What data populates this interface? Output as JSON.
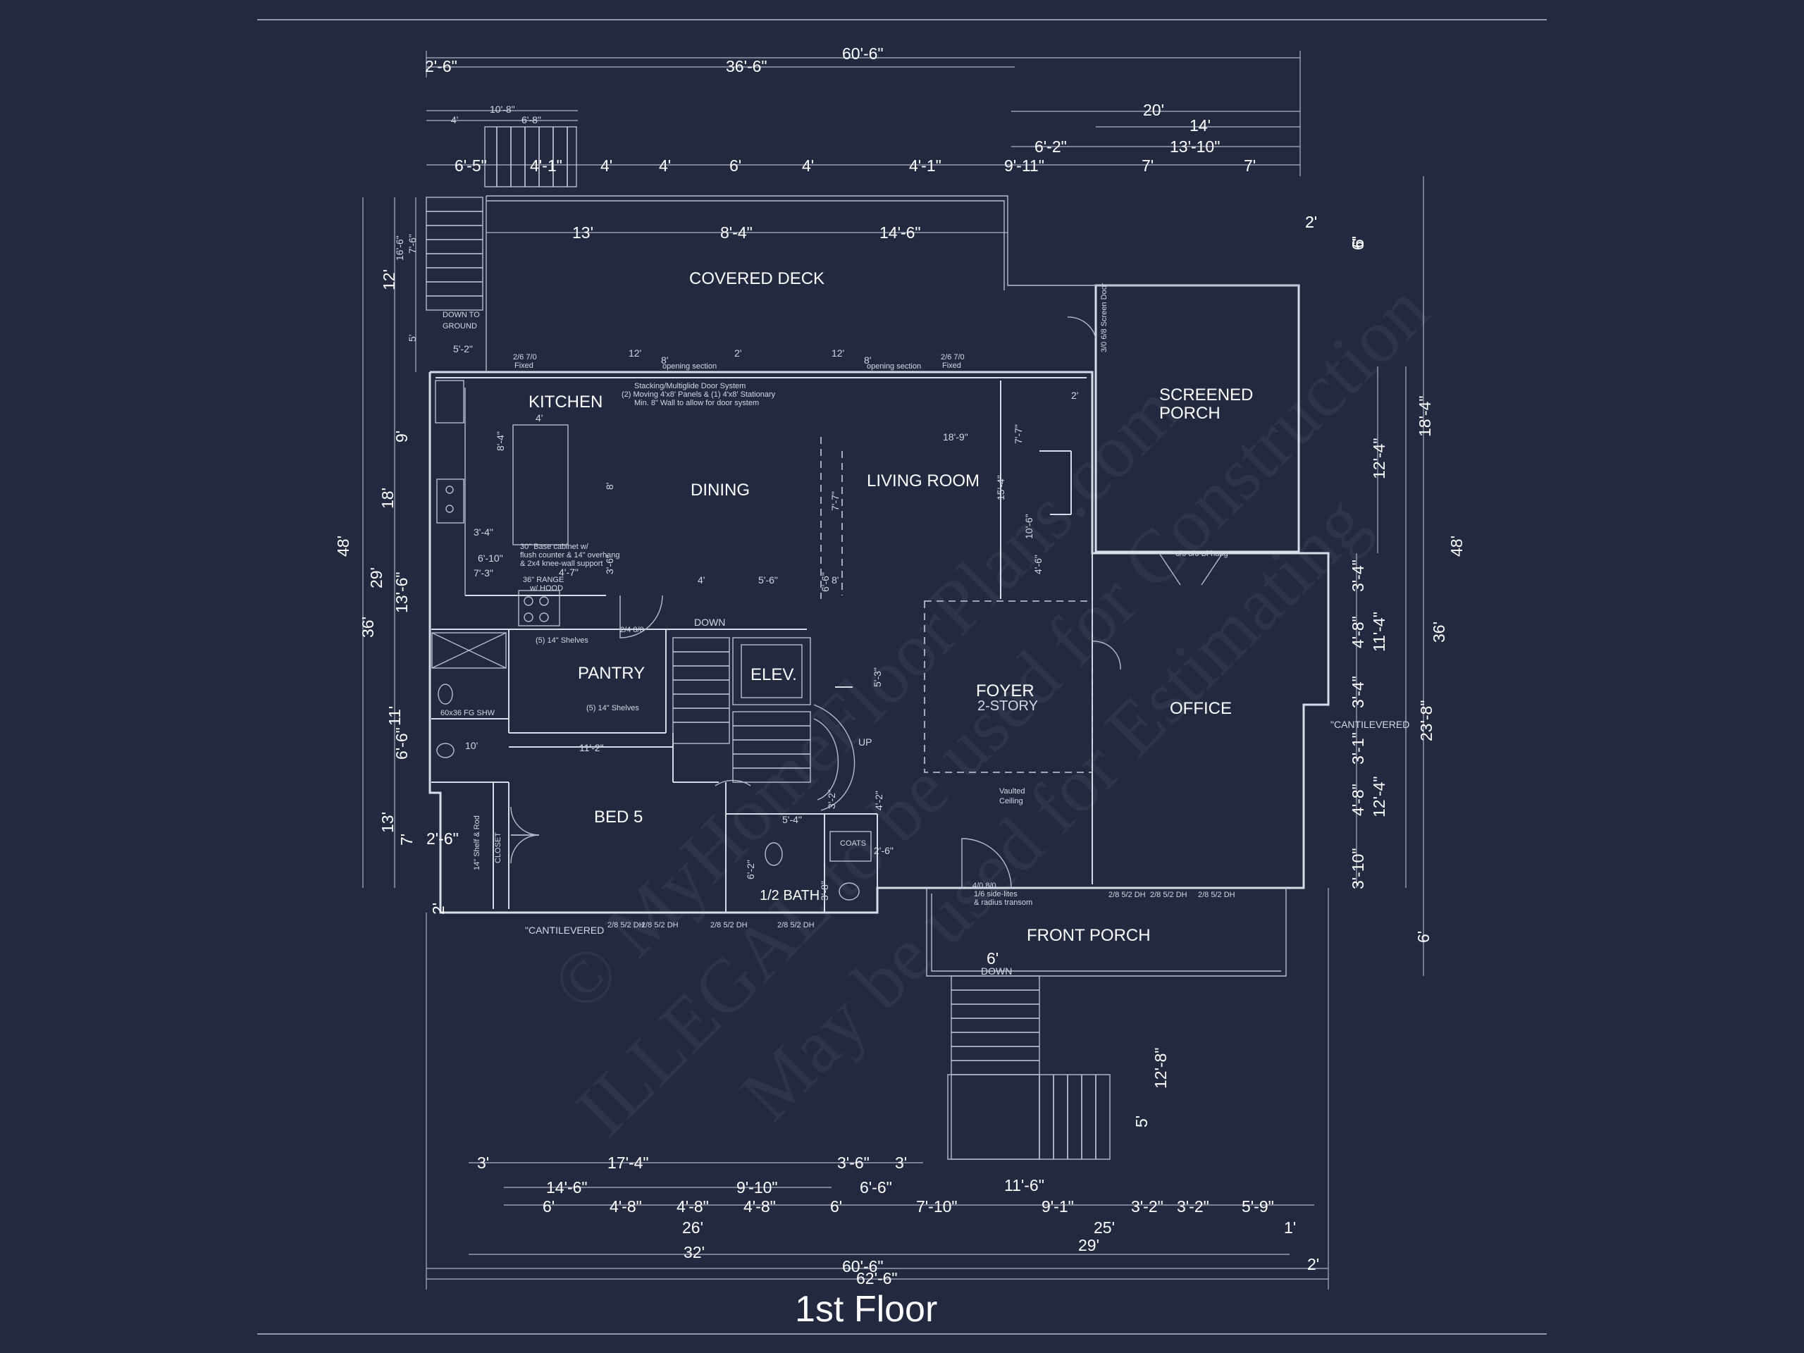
{
  "title": "1st Floor",
  "rooms": {
    "covered_deck": "COVERED DECK",
    "screened_porch_1": "SCREENED",
    "screened_porch_2": "PORCH",
    "kitchen": "KITCHEN",
    "dining": "DINING",
    "living_room": "LIVING ROOM",
    "pantry": "PANTRY",
    "elevator": "ELEV.",
    "foyer_1": "FOYER",
    "foyer_2": "2-STORY",
    "office": "OFFICE",
    "bed5": "BED 5",
    "half_bath": "1/2 BATH",
    "front_porch": "FRONT PORCH"
  },
  "notes": {
    "down_to_ground_1": "DOWN TO",
    "down_to_ground_2": "GROUND",
    "down_stair": "DOWN",
    "down_porch": "DOWN",
    "up": "UP",
    "cantilevered_left": "\"CANTILEVERED",
    "cantilevered_right": "\"CANTILEVERED",
    "vaulted_1": "Vaulted",
    "vaulted_2": "Ceiling",
    "coats": "COATS",
    "door_system_1": "Stacking/Multiglide Door System",
    "door_system_2": "(2) Moving 4'x8' Panels & (1) 4'x8' Stationary",
    "door_system_3": "Min. 8\" Wall to allow for door system",
    "base_cab_1": "30\" Base cabinet w/",
    "base_cab_2": "flush counter & 14\" overhang",
    "base_cab_3": "& 2x4 knee-wall support",
    "range_1": "36\" RANGE",
    "range_2": "w/ HOOD",
    "shelves_1": "(5) 14\" Shelves",
    "shelves_2": "(5) 14\" Shelves",
    "front_door_1": "4/0 8/0",
    "front_door_2": "1/6 side-lites",
    "front_door_3": "& radius transom",
    "bi_hung": "6/0 8/0 Bi-hung",
    "fixed_1": "2/6 7/0",
    "fixed_1b": "Fixed",
    "fixed_2": "2/6 7/0",
    "fixed_2b": "Fixed",
    "opening_1": "opening section",
    "opening_2": "opening section",
    "door_2480": "2/4 8/0",
    "dh_1": "2/8 5/2 DH",
    "dh_2": "2/8 5/2 DH",
    "dh_3": "2/8 5/2 DH",
    "dh_4": "2/8 5/2 DH",
    "dh_5": "2/8 5/2 DH",
    "dh_6": "2/8 5/2 DH",
    "dh_7": "2/8 5/2 DH",
    "closet": "CLOSET",
    "shelf_rod": "14\" Shelf & Rod",
    "shower": "60x36 FG SHW",
    "screen_door": "3/0 6/8 Screen Door"
  },
  "dims": {
    "top_total": "60'-6\"",
    "top_36_6": "36'-6\"",
    "top_2_6": "2'-6\"",
    "top_10_8": "10'-8\"",
    "top_4a": "4'",
    "top_6_8": "6'-8\"",
    "top_20": "20'",
    "top_14": "14'",
    "top_6_2": "6'-2\"",
    "top_13_10": "13'-10\"",
    "top_6_5": "6'-5\"",
    "top_4_1a": "4'-1\"",
    "top_4b": "4'",
    "top_4c": "4'",
    "top_6": "6'",
    "top_4d": "4'",
    "top_4_1b": "4'-1\"",
    "top_9_11": "9'-11\"",
    "top_7a": "7'",
    "top_7b": "7'",
    "deck_13": "13'",
    "deck_8_4": "8'-4\"",
    "deck_14_6": "14'-6\"",
    "dr_2": "2'",
    "dr_6": "6'",
    "left_12": "12'",
    "left_16_6": "16'-6\"",
    "left_7_6": "7'-6\"",
    "left_5": "5'",
    "left_5_2": "5'-2\"",
    "left_48": "48'",
    "left_36": "36'",
    "left_29": "29'",
    "left_9": "9'",
    "left_18": "18'",
    "left_13_6": "13'-6\"",
    "left_11": "11'",
    "left_6_6": "6'-6\"",
    "left_13": "13'",
    "left_7": "7'",
    "left_2_6": "2'-6\"",
    "left_2": "2'",
    "k_4": "4'",
    "k_8_4": "8'-4\"",
    "k_3_4": "3'-4\"",
    "k_6_10": "6'-10\"",
    "k_7_3": "7'-3\"",
    "k_4_7": "4'-7\"",
    "k_8": "8'",
    "k_3_6": "3'-6\"",
    "d_12a": "12'",
    "d_2": "2'",
    "d_12b": "12'",
    "d_8a": "8'",
    "d_8b": "8'",
    "d_18_9": "18'-9\"",
    "d_7_7a": "7'-7\"",
    "d_7_7b": "7'-7\"",
    "d_15_4": "15'-4\"",
    "d_10_6": "10'-6\"",
    "d_4_6": "4'-6\"",
    "d_2r": "2'",
    "d_4s": "4'",
    "d_5_6": "5'-6\"",
    "d_6_6": "6'-6\"",
    "d_8s": "8'",
    "d_11_2": "11'-2\"",
    "d_10": "10'",
    "d_5_3": "5'-3\"",
    "d_5_4": "5'-4\"",
    "d_3_2": "3'-2\"",
    "d_4_2": "4'-2\"",
    "d_2_6": "2'-6\"",
    "d_3_8": "3'-8\"",
    "d_6_2": "6'-2\"",
    "r_2": "2'",
    "r_6": "6'",
    "r_18_4": "18'-4\"",
    "r_12_4a": "12'-4\"",
    "r_48": "48'",
    "r_36": "36'",
    "r_3_4a": "3'-4\"",
    "r_4_8a": "4'-8\"",
    "r_11_4": "11'-4\"",
    "r_3_4b": "3'-4\"",
    "r_23_8": "23'-8\"",
    "r_3_1": "3'-1\"",
    "r_4_8b": "4'-8\"",
    "r_12_4b": "12'-4\"",
    "r_3_10": "3'-10\"",
    "r_6b": "6'",
    "p_6": "6'",
    "p_12_8": "12'-8\"",
    "p_5": "5'",
    "p_11_6": "11'-6\"",
    "b_3a": "3'",
    "b_17_4": "17'-4\"",
    "b_3_6": "3'-6\"",
    "b_3b": "3'",
    "b_14_6": "14'-6\"",
    "b_9_10": "9'-10\"",
    "b_6_6": "6'-6\"",
    "b_6a": "6'",
    "b_4_8a": "4'-8\"",
    "b_4_8b": "4'-8\"",
    "b_4_8c": "4'-8\"",
    "b_6b": "6'",
    "b_7_10": "7'-10\"",
    "b_9_1": "9'-1\"",
    "b_3_2a": "3'-2\"",
    "b_3_2b": "3'-2\"",
    "b_5_9": "5'-9\"",
    "b_26": "26'",
    "b_25": "25'",
    "b_1": "1'",
    "b_32": "32'",
    "b_29": "29'",
    "b_60_6": "60'-6\"",
    "b_2": "2'",
    "b_62_6": "62'-6\""
  },
  "watermark": {
    "line1": "© MyHomeFloorPlans.com",
    "line2": "ILLEGAL to be used for Construction",
    "line3": "May be used for Estimating"
  }
}
